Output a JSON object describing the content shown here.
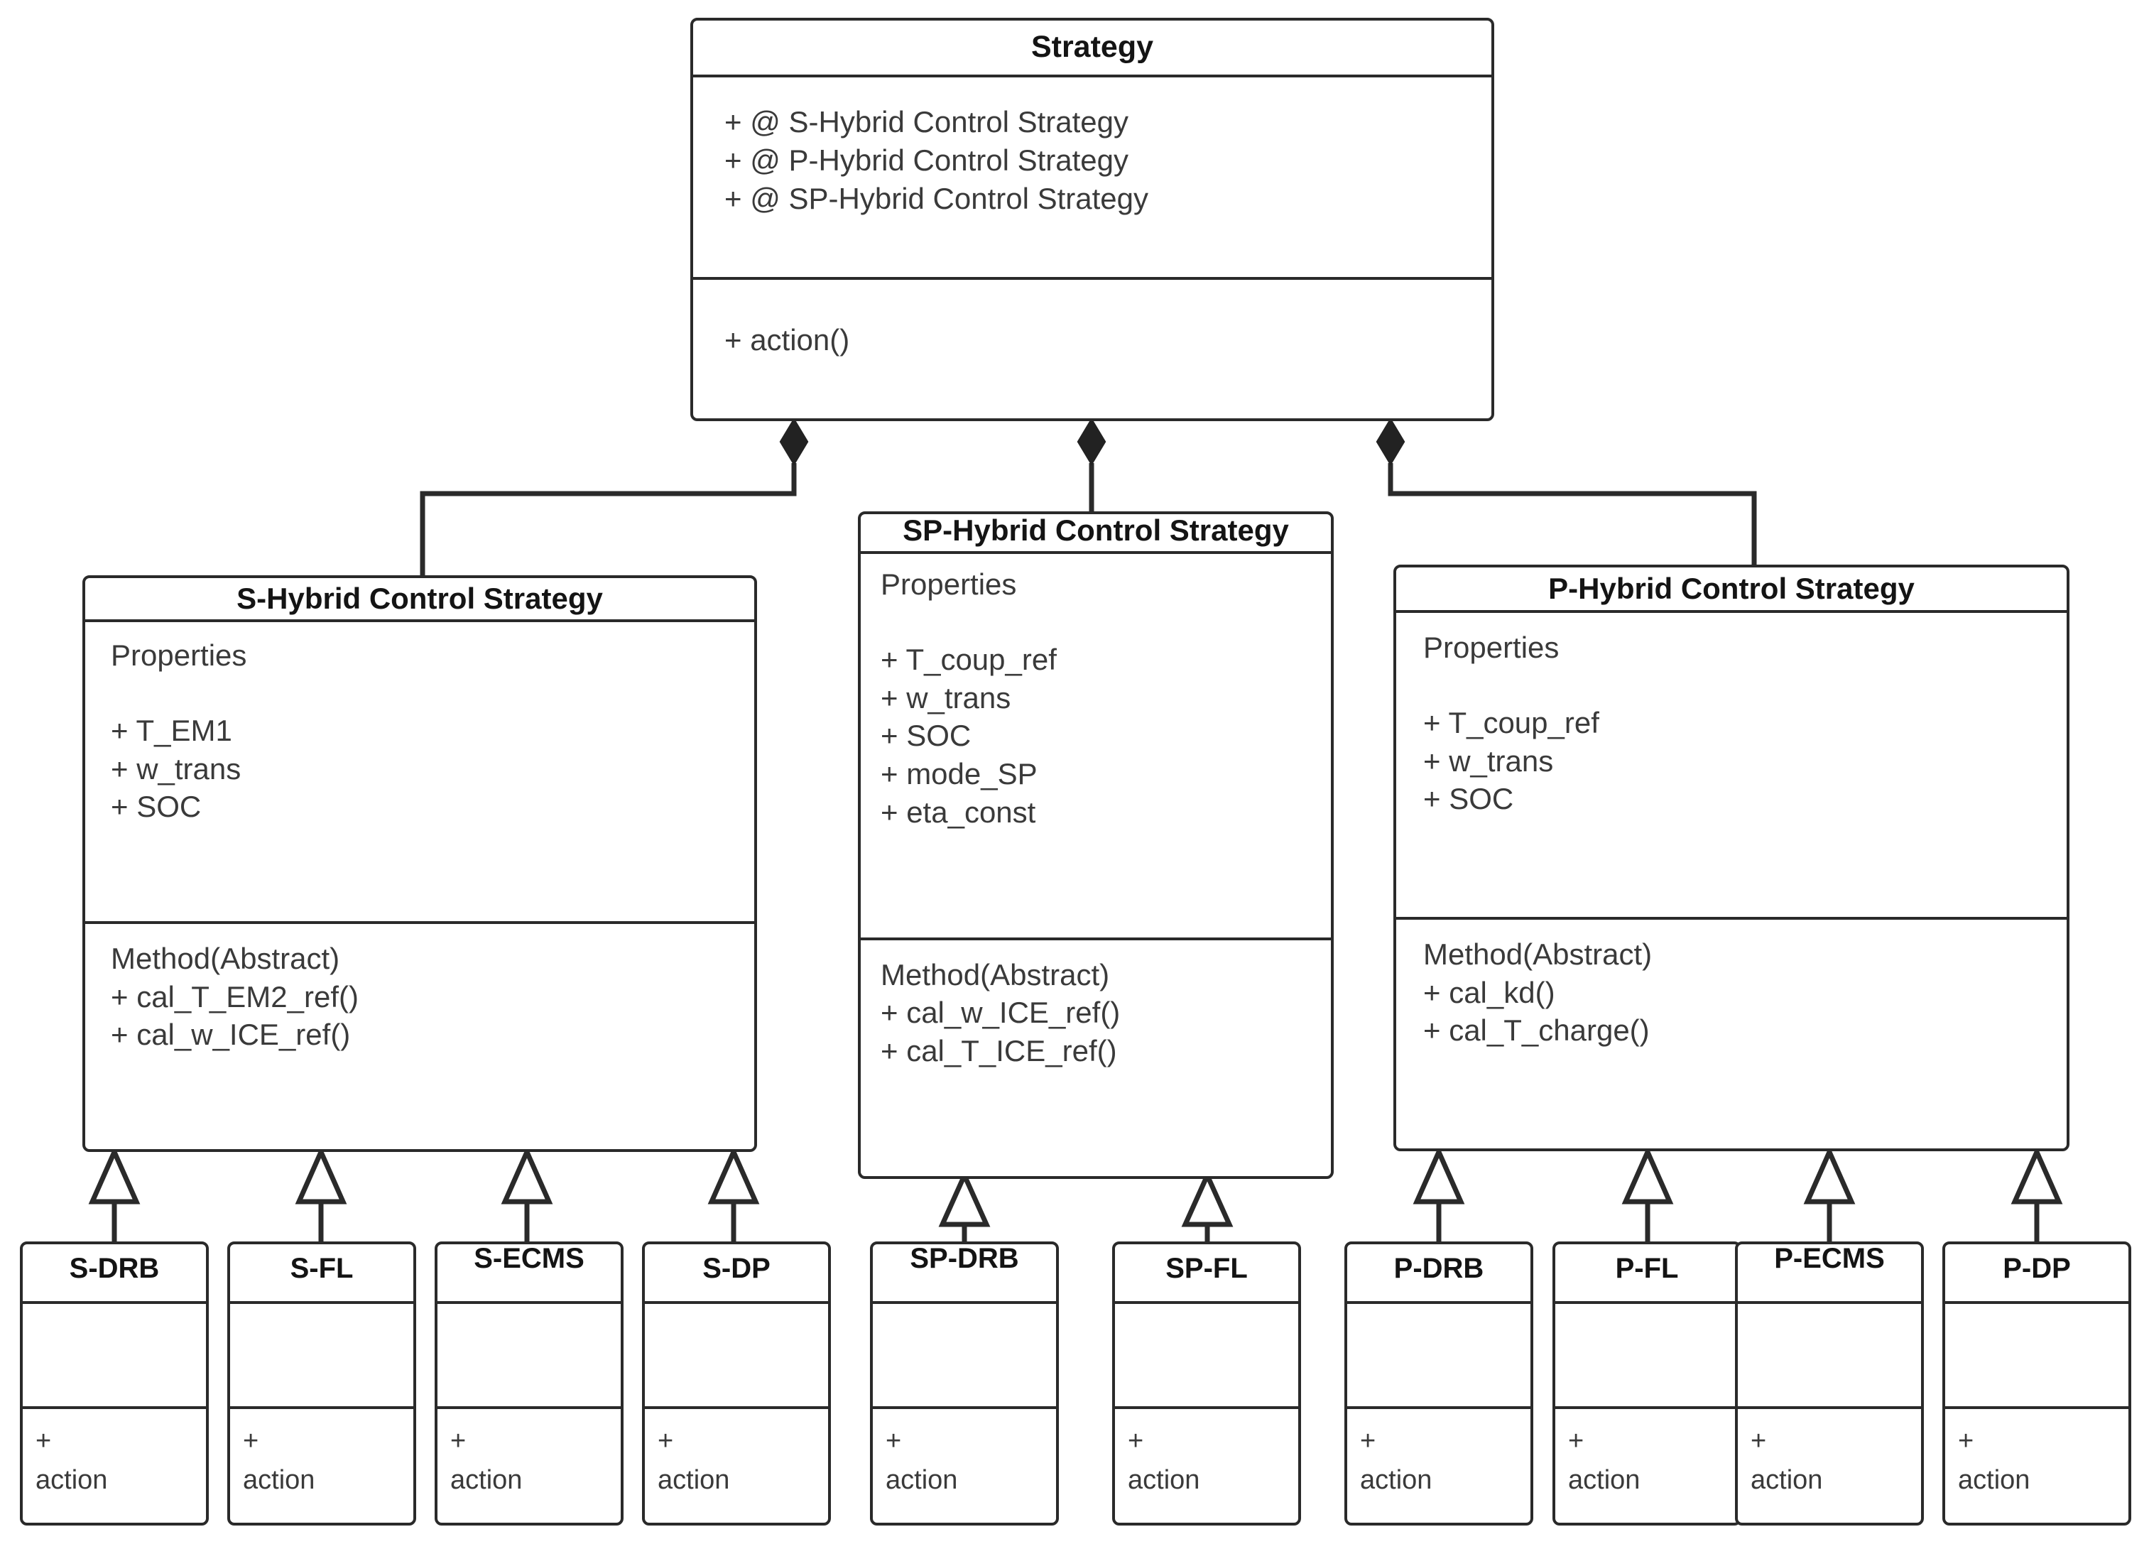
{
  "diagram": {
    "type": "uml-class-diagram",
    "root": {
      "name": "Strategy",
      "properties": [
        "+ @ S-Hybrid Control Strategy",
        "+ @ P-Hybrid Control Strategy",
        "+ @ SP-Hybrid Control Strategy"
      ],
      "methods": [
        "+ action()"
      ]
    },
    "subclasses": [
      {
        "name": "S-Hybrid Control Strategy",
        "properties_label": "Properties",
        "properties": [
          "+ T_EM1",
          "+ w_trans",
          "+ SOC"
        ],
        "methods_label": "Method(Abstract)",
        "methods": [
          "+ cal_T_EM2_ref()",
          "+ cal_w_ICE_ref()"
        ]
      },
      {
        "name": "SP-Hybrid Control Strategy",
        "properties_label": "Properties",
        "properties": [
          "+ T_coup_ref",
          "+ w_trans",
          "+ SOC",
          "+ mode_SP",
          "+ eta_const"
        ],
        "methods_label": "Method(Abstract)",
        "methods": [
          "+ cal_w_ICE_ref()",
          "+ cal_T_ICE_ref()"
        ]
      },
      {
        "name": "P-Hybrid Control Strategy",
        "properties_label": "Properties",
        "properties": [
          "+ T_coup_ref",
          "+ w_trans",
          "+ SOC"
        ],
        "methods_label": "Method(Abstract)",
        "methods": [
          "+ cal_kd()",
          "+ cal_T_charge()"
        ]
      }
    ],
    "leaves": [
      {
        "name": "S-DRB",
        "operation": "+\naction",
        "parent": "S-Hybrid Control Strategy"
      },
      {
        "name": "S-FL",
        "operation": "+\naction",
        "parent": "S-Hybrid Control Strategy"
      },
      {
        "name": "S-ECMS",
        "operation": "+\naction",
        "parent": "S-Hybrid Control Strategy"
      },
      {
        "name": "S-DP",
        "operation": "+\naction",
        "parent": "S-Hybrid Control Strategy"
      },
      {
        "name": "SP-DRB",
        "operation": "+\naction",
        "parent": "SP-Hybrid Control Strategy"
      },
      {
        "name": "SP-FL",
        "operation": "+\naction",
        "parent": "SP-Hybrid Control Strategy"
      },
      {
        "name": "P-DRB",
        "operation": "+\naction",
        "parent": "P-Hybrid Control Strategy"
      },
      {
        "name": "P-FL",
        "operation": "+\naction",
        "parent": "P-Hybrid Control Strategy"
      },
      {
        "name": "P-ECMS",
        "operation": "+\naction",
        "parent": "P-Hybrid Control Strategy"
      },
      {
        "name": "P-DP",
        "operation": "+\naction",
        "parent": "P-Hybrid Control Strategy"
      }
    ],
    "colors": {
      "stroke": "#2a2a2a",
      "background": "#ffffff",
      "text": "#1f1f1f",
      "muted_text": "#3a3a3a"
    }
  }
}
